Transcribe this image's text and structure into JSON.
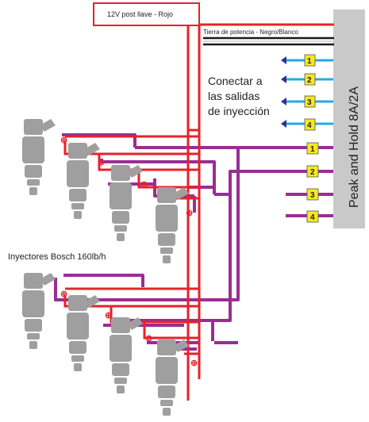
{
  "power_label": "12V post llave - Rojo",
  "ground_label": "Tierra de potencia - Negro/Blanco",
  "module_label": "Peak and Hold 8A/2A",
  "connect_text": [
    "Conectar a",
    "las salidas",
    "de inyección"
  ],
  "injector_group_label": "Inyectores Bosch 160lb/h",
  "input_terminals": [
    "1",
    "2",
    "3",
    "4"
  ],
  "output_terminals": [
    "1",
    "2",
    "3",
    "4"
  ],
  "plus_symbol": "⊕",
  "colors": {
    "power_wire": "#e8212a",
    "ground_wire": "#1a1a1a",
    "injector_wire": "#9a2d94",
    "input_wire": "#27a9e1",
    "terminal_fill": "#f4e823",
    "module_fill": "#c9c9c9",
    "injector_fill": "#9f9f9f",
    "input_arrow": "#2e3192"
  }
}
